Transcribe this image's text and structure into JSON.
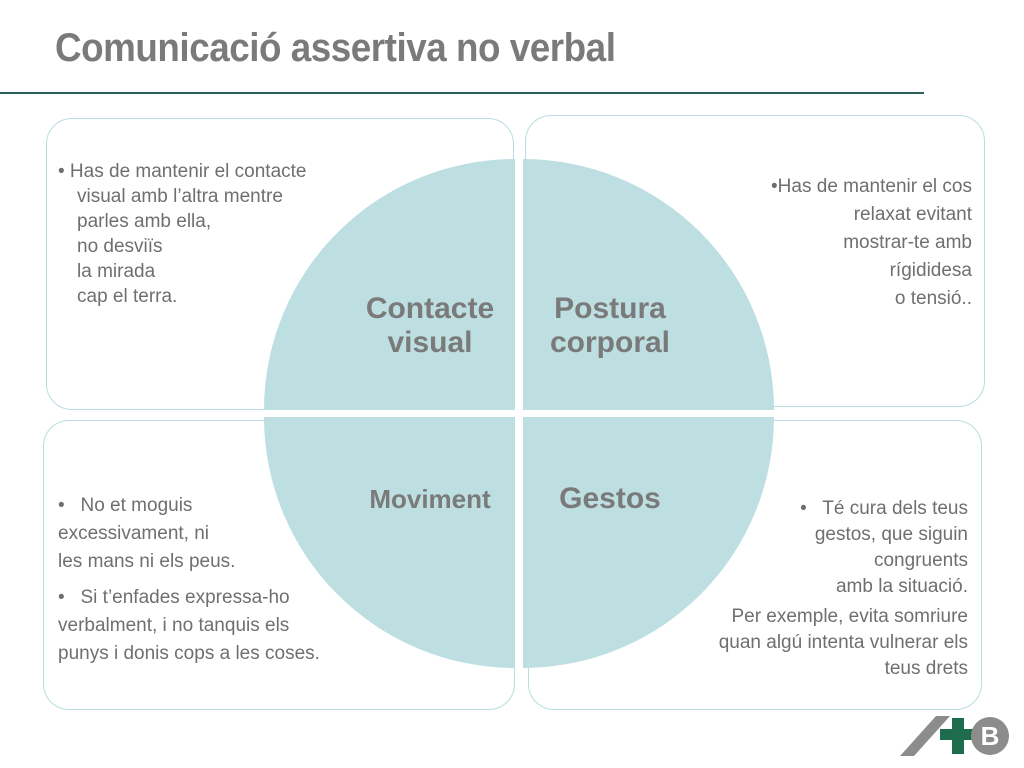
{
  "title": "Comunicació assertiva no verbal",
  "colors": {
    "accent_rule": "#2c5f5a",
    "circle_fill": "#bddfe2",
    "box_border": "#b7dde0",
    "text_gray": "#6f6f6f",
    "logo_gray": "#8c8c8c",
    "logo_green": "#1f6b4e"
  },
  "quadrants": {
    "contacte": "Contacte\nvisual",
    "postura": "Postura\ncorporal",
    "moviment": "Moviment",
    "gestos": "Gestos"
  },
  "contacte_text": [
    "• Has de mantenir el contacte",
    "visual amb l’altra mentre",
    "parles amb ella,",
    "no desviïs",
    "la mirada",
    "cap el terra."
  ],
  "postura_text": [
    "•Has de mantenir el cos",
    "relaxat evitant",
    "mostrar-te amb",
    "rígididesa",
    "o tensió.."
  ],
  "moviment_text": [
    "•   No et moguis",
    "excessivament, ni",
    "les mans ni els peus.",
    "•   Si t’enfades expressa-ho",
    "verbalment, i no tanquis els",
    "punys i donis cops a les coses."
  ],
  "gestos_text": [
    "•   Té cura dels teus",
    "gestos, que siguin",
    "congruents",
    "amb la situació.",
    "Per exemple, evita somriure",
    "quan algú intenta vulnerar els",
    "teus drets"
  ],
  "logo": {
    "letter": "B",
    "icon": "plus-b-logo-icon"
  }
}
